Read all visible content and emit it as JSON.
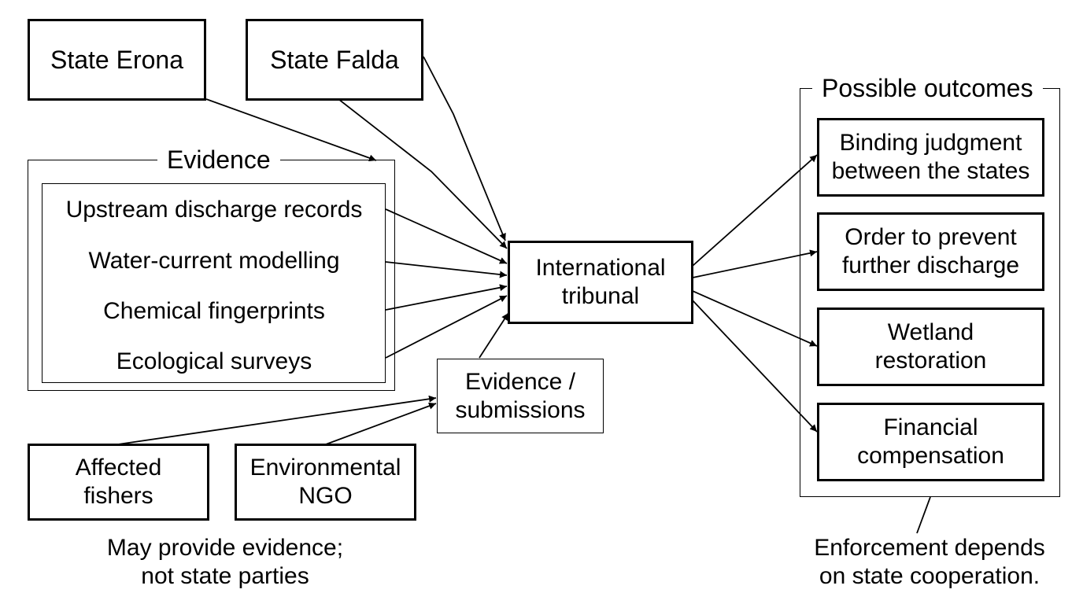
{
  "states": {
    "erona": "State Erona",
    "falda": "State Falda"
  },
  "evidence": {
    "title": "Evidence",
    "items": [
      "Upstream discharge records",
      "Water-current modelling",
      "Chemical fingerprints",
      "Ecological surveys"
    ]
  },
  "tribunal": {
    "line1": "International",
    "line2": "tribunal"
  },
  "submissions": {
    "line1": "Evidence /",
    "line2": "submissions"
  },
  "non_state": {
    "fishers_line1": "Affected",
    "fishers_line2": "fishers",
    "ngo_line1": "Environmental",
    "ngo_line2": "NGO",
    "note_line1": "May provide evidence;",
    "note_line2": "not state parties"
  },
  "outcomes": {
    "title": "Possible outcomes",
    "items": [
      {
        "line1": "Binding judgment",
        "line2": "between the states"
      },
      {
        "line1": "Order to prevent",
        "line2": "further discharge"
      },
      {
        "line1": "Wetland",
        "line2": "restoration"
      },
      {
        "line1": "Financial",
        "line2": "compensation"
      }
    ],
    "note_line1": "Enforcement depends",
    "note_line2": "on state cooperation."
  }
}
